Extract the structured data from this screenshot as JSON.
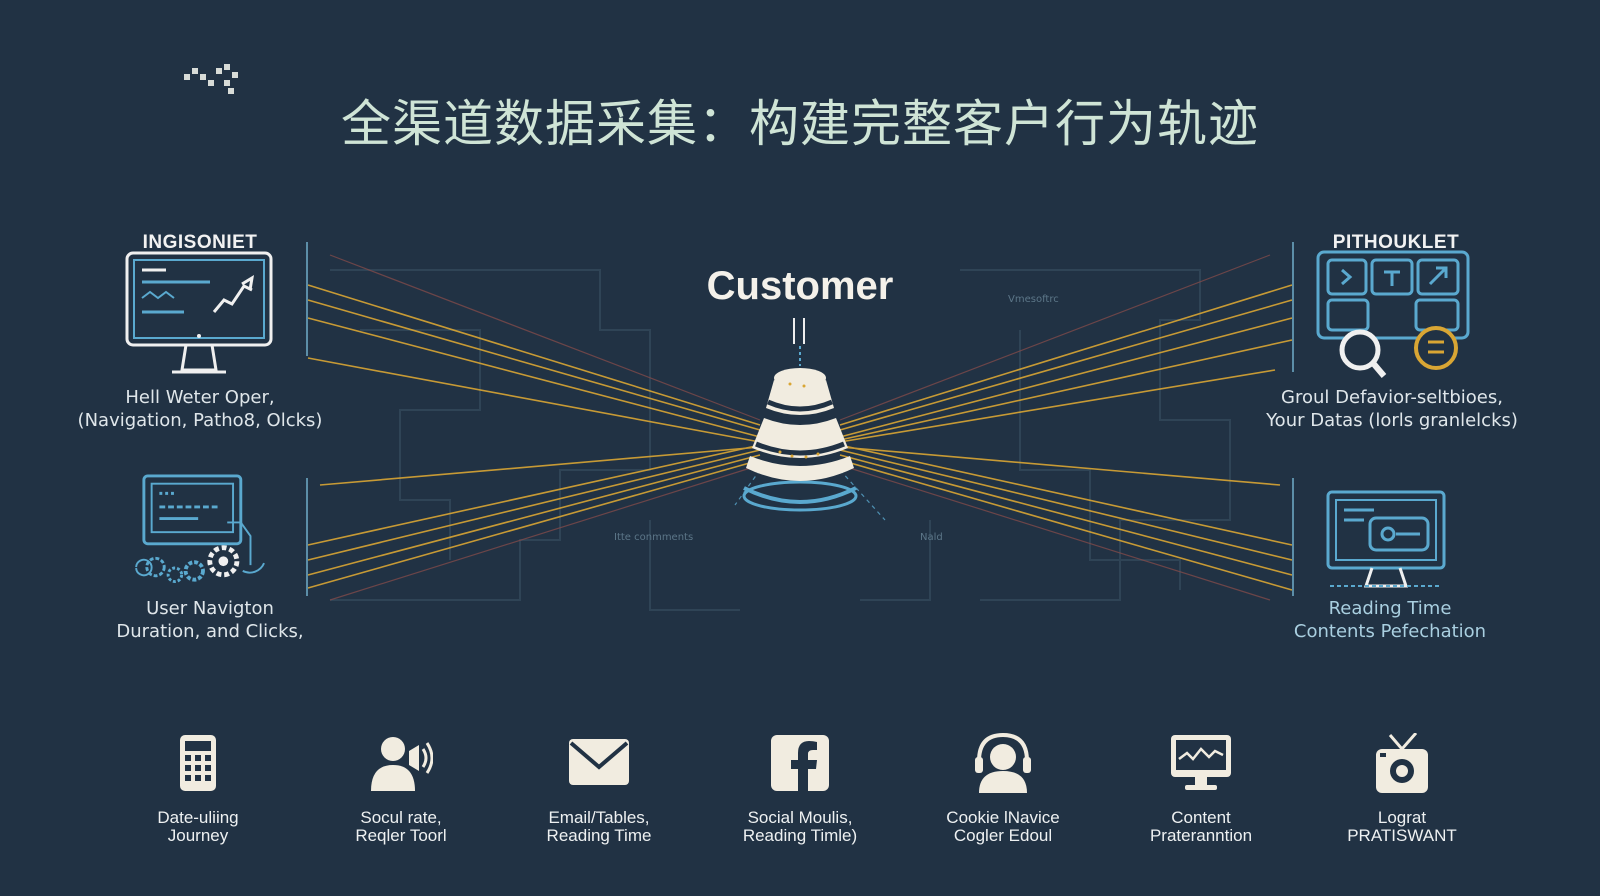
{
  "title": "全渠道数据采集：构建完整客户行为轨迹",
  "center": {
    "label": "Customer"
  },
  "panels": {
    "top_left": {
      "heading": "INGISONIET",
      "line1": "Hell Weter Oper,",
      "line2": "(Navigation, Patho8, Olcks)",
      "icon": "monitor-analytics-icon"
    },
    "bottom_left": {
      "line1": "User Navigton",
      "line2": "Duration, and Clicks,",
      "icon": "monitor-gears-icon"
    },
    "top_right": {
      "heading": "PITHOUKLET",
      "line1": "Groul Defavior-seltbioes,",
      "line2": "Your Datas (lorls granlelcks)",
      "icon": "dashboard-search-icon"
    },
    "bottom_right": {
      "line1": "Reading Time",
      "line2": "Contents Pefechation",
      "icon": "monitor-content-icon"
    }
  },
  "faint_labels": {
    "upper_right": "Vmesoftrc",
    "lower_left": "Itte conmments",
    "lower_right": "Nald"
  },
  "channels": [
    {
      "line1": "Date-uliing",
      "line2": "Journey",
      "icon": "calculator-icon"
    },
    {
      "line1": "Socul rate,",
      "line2": "Reqler Toorl",
      "icon": "user-speaker-icon"
    },
    {
      "line1": "Email/Tables,",
      "line2": "Reading Time",
      "icon": "email-icon"
    },
    {
      "line1": "Social Moulis,",
      "line2": "Reading Timle)",
      "icon": "facebook-icon"
    },
    {
      "line1": "Cookie lNavice",
      "line2": "Cogler Edoul",
      "icon": "headset-user-icon"
    },
    {
      "line1": "Content",
      "line2": "Prateranntion",
      "icon": "monitor-chart-icon"
    },
    {
      "line1": "Lograt",
      "line2": "PRATISWANT",
      "icon": "tv-icon"
    }
  ],
  "colors": {
    "background": "#213244",
    "accent_gold": "#d9a634",
    "accent_blue": "#5aa9cf",
    "title": "#cfe4d6"
  }
}
